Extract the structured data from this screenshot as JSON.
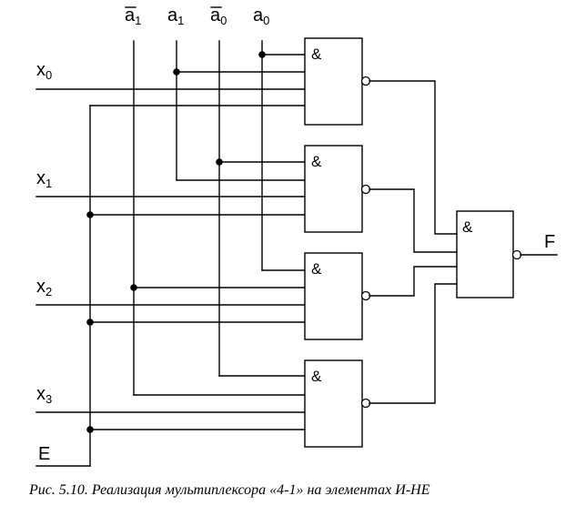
{
  "diagram": {
    "inputs": {
      "a1_bar": {
        "base": "a",
        "sub": "1",
        "overline": true
      },
      "a1": {
        "base": "a",
        "sub": "1",
        "overline": false
      },
      "a0_bar": {
        "base": "a",
        "sub": "0",
        "overline": true
      },
      "a0": {
        "base": "a",
        "sub": "0",
        "overline": false
      },
      "x0": {
        "base": "x",
        "sub": "0"
      },
      "x1": {
        "base": "x",
        "sub": "1"
      },
      "x2": {
        "base": "x",
        "sub": "2"
      },
      "x3": {
        "base": "x",
        "sub": "3"
      },
      "enable": "E"
    },
    "gate_symbol": "&",
    "output": "F",
    "caption": "Рис. 5.10. Реализация мультиплексора «4-1» на элементах И-НЕ"
  }
}
